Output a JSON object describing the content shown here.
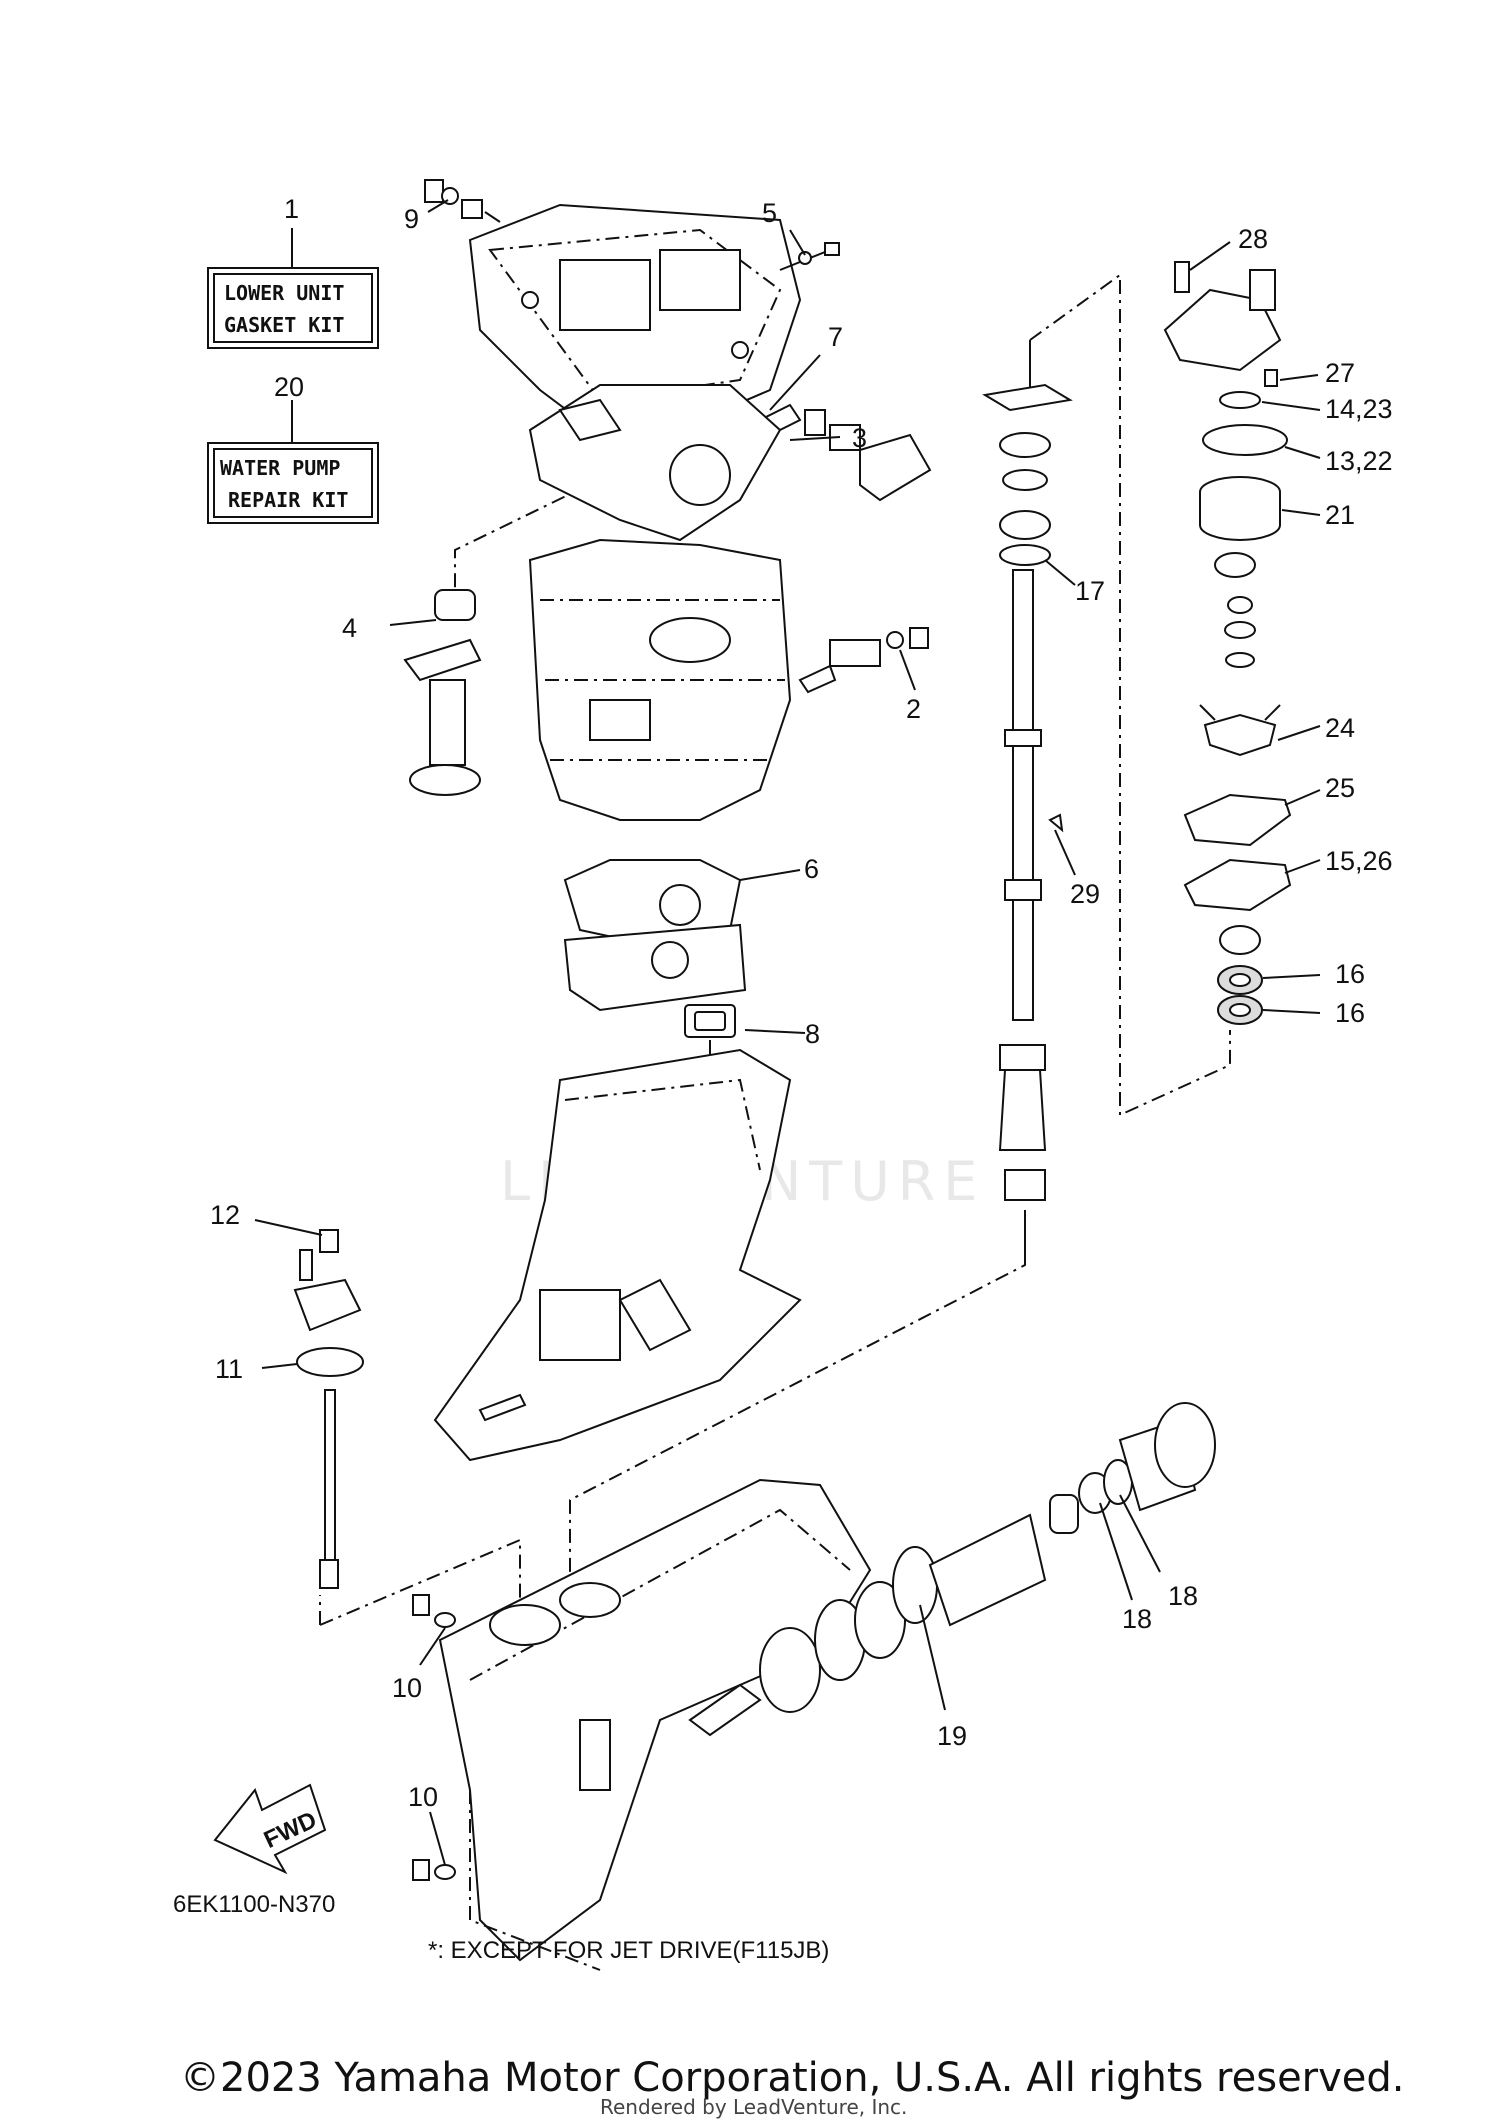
{
  "diagram": {
    "kits": [
      {
        "ref": "1",
        "line1": "LOWER UNIT",
        "line2": "GASKET KIT"
      },
      {
        "ref": "20",
        "line1": "WATER PUMP",
        "line2": "REPAIR KIT"
      }
    ],
    "callouts": {
      "c1": "1",
      "c2": "2",
      "c3": "3",
      "c4": "4",
      "c5": "5",
      "c6": "6",
      "c7": "7",
      "c8": "8",
      "c9": "9",
      "c10a": "10",
      "c10b": "10",
      "c11": "11",
      "c12": "12",
      "c13_22": "13,22",
      "c14_23": "14,23",
      "c15_26": "15,26",
      "c16a": "16",
      "c16b": "16",
      "c17": "17",
      "c18a": "18",
      "c18b": "18",
      "c19": "19",
      "c20": "20",
      "c21": "21",
      "c24": "24",
      "c25": "25",
      "c27": "27",
      "c28": "28",
      "c29": "29"
    },
    "fwd_label": "FWD",
    "diagram_code": "6EK1100-N370",
    "footnote": "*: EXCEPT FOR JET DRIVE(F115JB)",
    "watermark": "LEADVENTURE"
  },
  "footer": {
    "copyright": "©2023 Yamaha Motor Corporation, U.S.A. All rights reserved.",
    "rendered_by": "Rendered by LeadVenture, Inc."
  }
}
